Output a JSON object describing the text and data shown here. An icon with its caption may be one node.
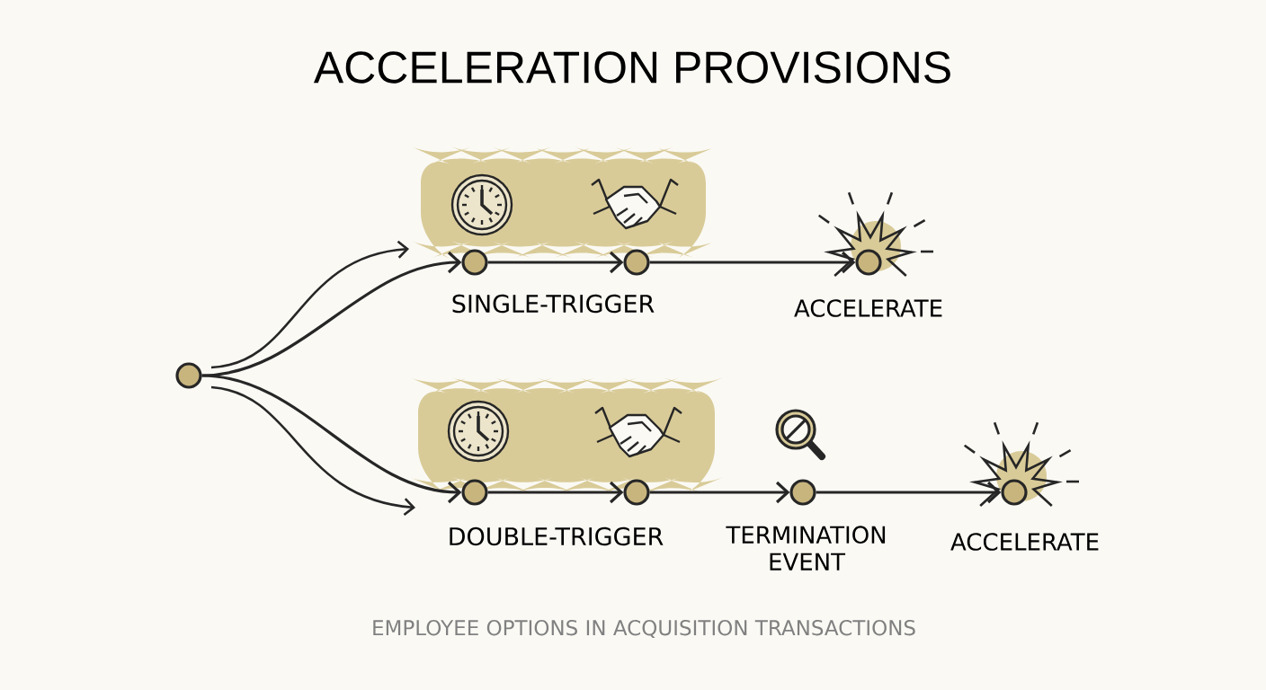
{
  "diagram": {
    "title": "ACCELERATION PROVISIONS",
    "caption": "EMPLOYEE OPTIONS IN ACQUISITION TRANSACTIONS",
    "nodes": [
      {
        "text": [],
        "shape": "circle"
      },
      {
        "text": [],
        "shape": "circle"
      },
      {
        "text": [],
        "shape": "circle"
      },
      {
        "text": [],
        "shape": "circle",
        "beside": [
          "ACCELERATE"
        ]
      },
      {
        "text": [],
        "shape": "circle"
      },
      {
        "text": [],
        "shape": "circle"
      },
      {
        "text": [],
        "shape": "circle",
        "beside": [
          "TERMINATION EVENT"
        ]
      },
      {
        "text": [],
        "shape": "circle",
        "beside": [
          "ACCELERATE"
        ]
      }
    ],
    "edges": [
      {
        "from": 0,
        "to": 1,
        "arrow": "to"
      },
      {
        "from": 1,
        "to": 2,
        "arrow": "to"
      },
      {
        "from": 2,
        "to": 3,
        "arrow": "to"
      },
      {
        "from": 0,
        "to": 4,
        "arrow": "to"
      },
      {
        "from": 4,
        "to": 5,
        "arrow": "to"
      },
      {
        "from": 5,
        "to": 6,
        "arrow": "to"
      },
      {
        "from": 6,
        "to": 7,
        "arrow": "to"
      }
    ],
    "labels": [
      "SINGLE-TRIGGER",
      "DOUBLE-TRIGGER"
    ]
  }
}
